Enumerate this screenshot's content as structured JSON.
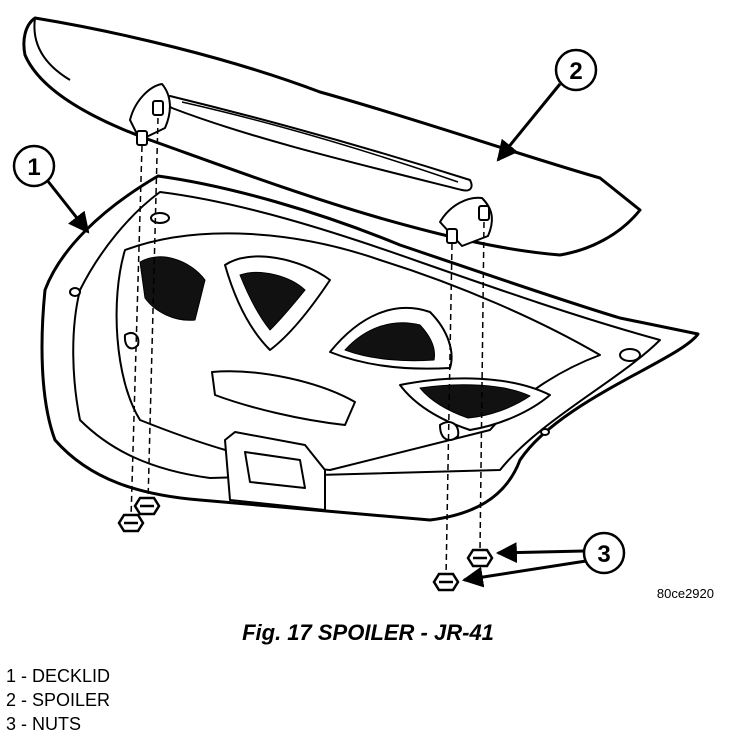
{
  "figure": {
    "callouts": [
      {
        "number": "1",
        "target": "decklid"
      },
      {
        "number": "2",
        "target": "spoiler"
      },
      {
        "number": "3",
        "target": "nuts"
      }
    ],
    "image_code": "80ce2920"
  },
  "caption": "Fig. 17 SPOILER - JR-41",
  "legend": {
    "items": [
      {
        "label": "1 - DECKLID"
      },
      {
        "label": "2 - SPOILER"
      },
      {
        "label": "3 - NUTS"
      }
    ]
  }
}
